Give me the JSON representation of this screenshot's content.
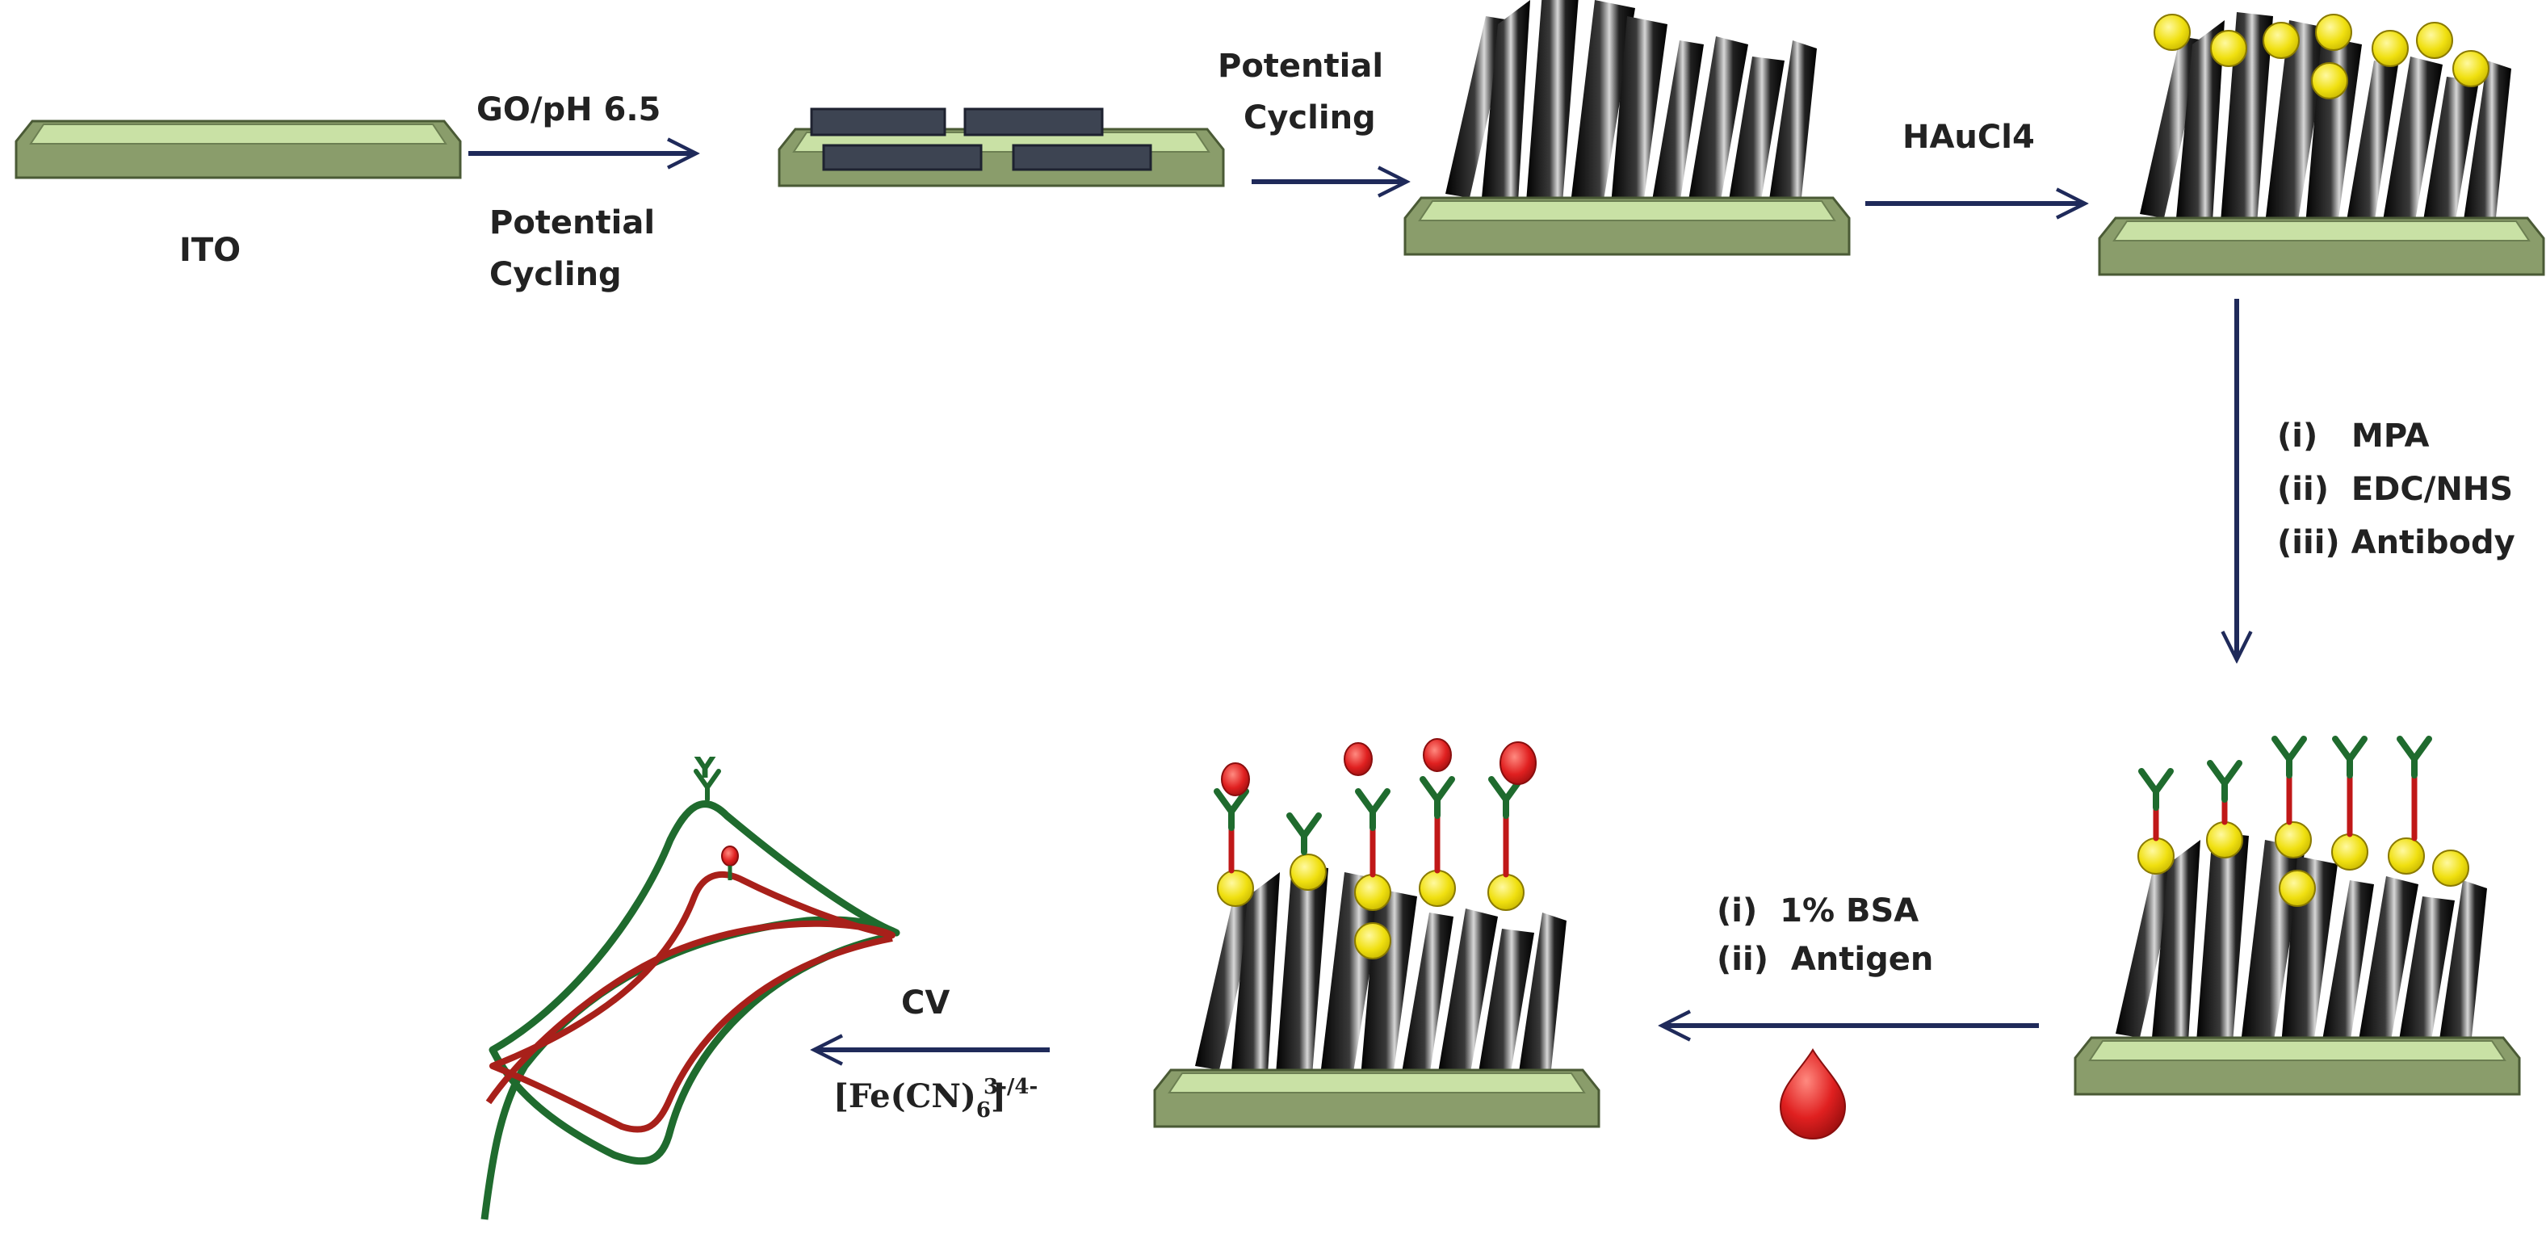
{
  "steps": {
    "s1_label": "ITO",
    "s1_reagent": "GO/pH 6.5",
    "s1_method_l1": "Potential",
    "s1_method_l2": "Cycling",
    "s2_method_l1": "Potential",
    "s2_method_l2": "Cycling",
    "s3_reagent": "HAuCl4",
    "s4_l1": "(i)   MPA",
    "s4_l2": "(ii)  EDC/NHS",
    "s4_l3": "(iii) Antibody",
    "s5_l1": "(i)  1% BSA",
    "s5_l2": "(ii)  Antigen",
    "s6_method": "CV",
    "s6_probe": "[Fe(CN)",
    "s6_probe_sub": "6",
    "s6_probe_sup": "]3-/4-"
  },
  "cv_plot": {
    "marker_antibody": "Y",
    "colors": {
      "antibody_curve": "#1f6b2e",
      "antigen_curve": "#a8201a"
    }
  },
  "colors": {
    "arrow": "#1f2a5a",
    "substrate_top": "#c9e1a5",
    "substrate_side": "#8a9d6b",
    "go_sheet": "#3d4452",
    "gold_np": "#f0e010",
    "antigen": "#e02020",
    "antibody": "#1f6b2e",
    "linker": "#c01818"
  }
}
